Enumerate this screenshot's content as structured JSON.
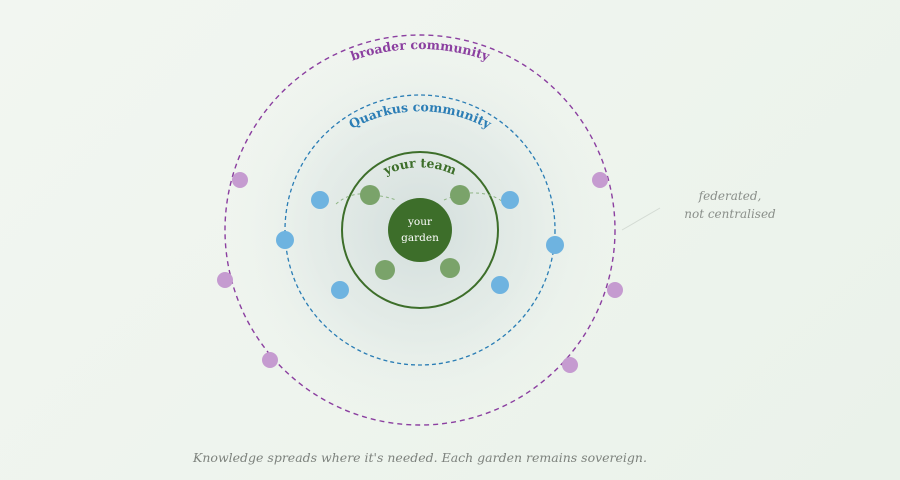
{
  "diagram": {
    "center": {
      "line1": "your",
      "line2": "garden",
      "color": "#3d6e2a"
    },
    "rings": {
      "team": {
        "label": "your team",
        "color": "#3d6e2a"
      },
      "quarkus": {
        "label": "Quarkus community",
        "color": "#2a7db5"
      },
      "broader": {
        "label": "broader community",
        "color": "#8b3fa0"
      }
    },
    "node_colors": {
      "team": "#7aa36a",
      "quarkus": "#6eb3e0",
      "broader": "#c59bd0"
    },
    "side_note": {
      "line1": "federated,",
      "line2": "not centralised"
    },
    "caption": "Knowledge spreads where it's needed. Each garden remains sovereign."
  }
}
